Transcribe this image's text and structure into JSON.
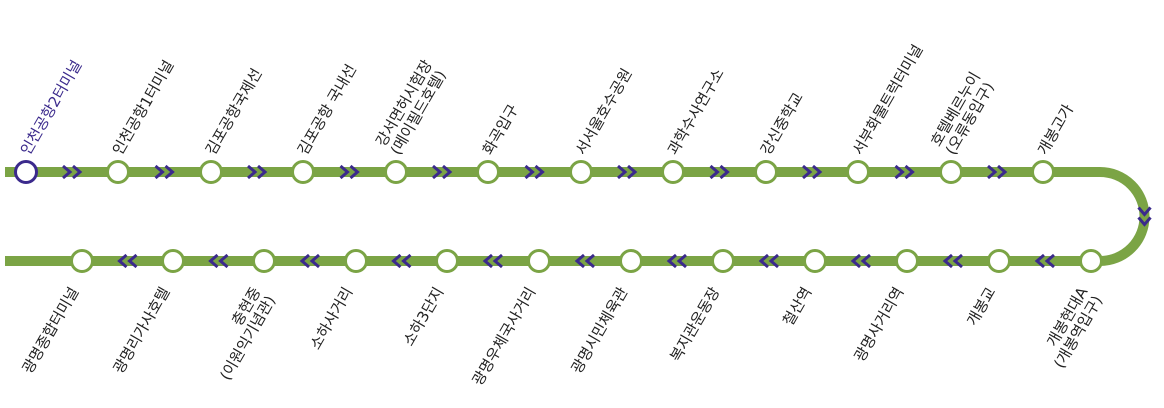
{
  "colors": {
    "line": "#7ba445",
    "arrow": "#3b2a8c",
    "station_fill": "#ffffff",
    "start_station": "#3b2a8c",
    "text": "#222222"
  },
  "direction_icon": "double-chevron-arrow-icon",
  "top_stations": [
    {
      "lines": [
        "인천공항2터미널"
      ]
    },
    {
      "lines": [
        "인천공항1터미널"
      ]
    },
    {
      "lines": [
        "김포공항국제선"
      ]
    },
    {
      "lines": [
        "김포공항 국내선"
      ]
    },
    {
      "lines": [
        "강서면허시험장",
        "(메이필드호텔)"
      ]
    },
    {
      "lines": [
        "화곡입구"
      ]
    },
    {
      "lines": [
        "서서울호수공원"
      ]
    },
    {
      "lines": [
        "과학수사연구소"
      ]
    },
    {
      "lines": [
        "강신중학교"
      ]
    },
    {
      "lines": [
        "서부화물트럭터미널"
      ]
    },
    {
      "lines": [
        "호텔베르누이",
        "(오류동입구)"
      ]
    },
    {
      "lines": [
        "개봉고가"
      ]
    }
  ],
  "bottom_stations": [
    {
      "lines": [
        "개봉현대A",
        "(개봉역입구)"
      ]
    },
    {
      "lines": [
        "개봉교"
      ]
    },
    {
      "lines": [
        "광명사거리역"
      ]
    },
    {
      "lines": [
        "철산역"
      ]
    },
    {
      "lines": [
        "복지관운동장"
      ]
    },
    {
      "lines": [
        "광명시민체육관"
      ]
    },
    {
      "lines": [
        "광명우체국사거리"
      ]
    },
    {
      "lines": [
        "소하3단지"
      ]
    },
    {
      "lines": [
        "소하사거리"
      ]
    },
    {
      "lines": [
        "충현중",
        "(이원익기념관)"
      ]
    },
    {
      "lines": [
        "광명리가사호텔"
      ]
    },
    {
      "lines": [
        "광명종합터미널"
      ]
    }
  ]
}
